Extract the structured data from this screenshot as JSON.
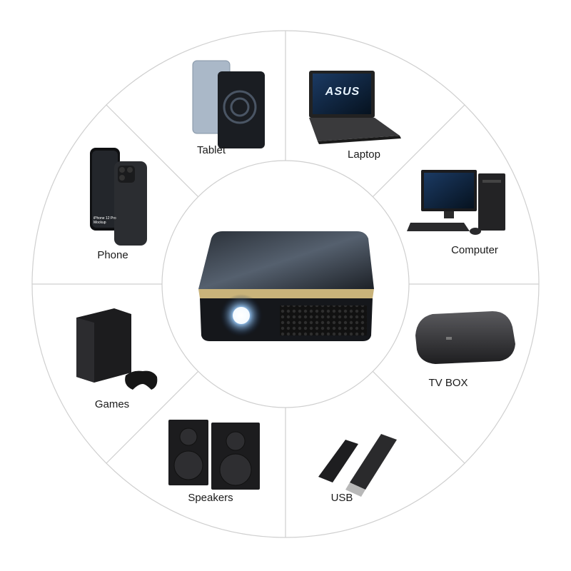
{
  "segments": [
    {
      "key": "tablet",
      "label": "Tablet"
    },
    {
      "key": "laptop",
      "label": "Laptop"
    },
    {
      "key": "computer",
      "label": "Computer"
    },
    {
      "key": "tvbox",
      "label": "TV BOX"
    },
    {
      "key": "usb",
      "label": "USB"
    },
    {
      "key": "speakers",
      "label": "Speakers"
    },
    {
      "key": "games",
      "label": "Games"
    },
    {
      "key": "phone",
      "label": "Phone"
    }
  ],
  "laptop_brand": "ASUS",
  "phone_screen_text": "iPhone 12 Pro Mockup",
  "colors": {
    "divider": "#cfcfcf",
    "device_dark": "#1c1c1e",
    "projector_top": "#3a4250",
    "lens_glow": "#66b3ff",
    "gold_trim": "#c9b37a"
  }
}
